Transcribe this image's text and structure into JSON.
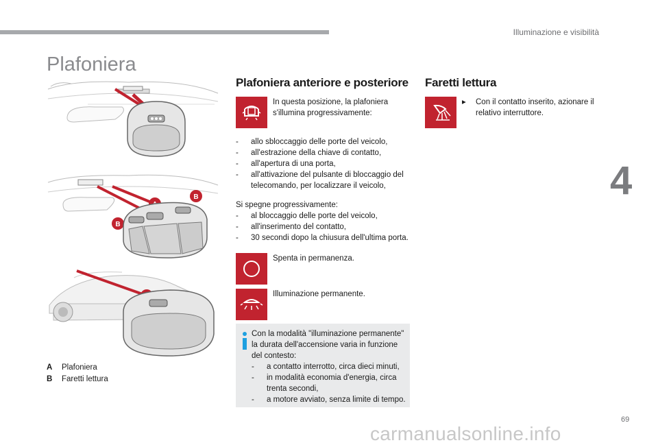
{
  "header": {
    "section": "Illuminazione e visibilità",
    "chapter": "4"
  },
  "page": {
    "title": "Plafoniera",
    "number": "69"
  },
  "colors": {
    "accent": "#c1232f",
    "gray_bar": "#a7a9ac",
    "info_bg": "#e9eaeb"
  },
  "illustrations": {
    "label_a": "A",
    "label_b": "B"
  },
  "legend": [
    {
      "key": "A",
      "label": "Plafoniera"
    },
    {
      "key": "B",
      "label": "Faretti lettura"
    }
  ],
  "front_rear": {
    "title": "Plafoniera anteriore e posteriore",
    "auto_icon": "door-lamp-icon",
    "auto_text": "In questa posizione, la plafoniera s'illumina progressivamente:",
    "on_items": [
      "allo sbloccaggio delle porte del veicolo,",
      "all'estrazione della chiave di contatto,",
      "all'apertura di una porta,",
      "all'attivazione del pulsante di bloccaggio del telecomando, per localizzare il veicolo,"
    ],
    "off_intro": "Si spegne progressivamente:",
    "off_items": [
      "al bloccaggio delle porte del veicolo,",
      "all'inserimento del contatto,",
      "30 secondi dopo la chiusura dell'ultima porta."
    ],
    "off_icon": "circle-off-icon",
    "off_text": "Spenta in permanenza.",
    "perm_icon": "dome-light-icon",
    "perm_text": "Illuminazione permanente."
  },
  "info": {
    "icon": "info-icon",
    "text": "Con la modalità \"illuminazione permanente\" la durata dell'accensione varia in funzione del contesto:",
    "items": [
      "a contatto interrotto, circa dieci minuti,",
      "in modalità economia d'energia, circa trenta secondi,",
      "a motore avviato, senza limite di tempo."
    ]
  },
  "reading": {
    "title": "Faretti lettura",
    "icon": "reading-light-icon",
    "bullet": "Con il contatto inserito, azionare il relativo interruttore."
  },
  "watermark": "carmanualsonline.info"
}
